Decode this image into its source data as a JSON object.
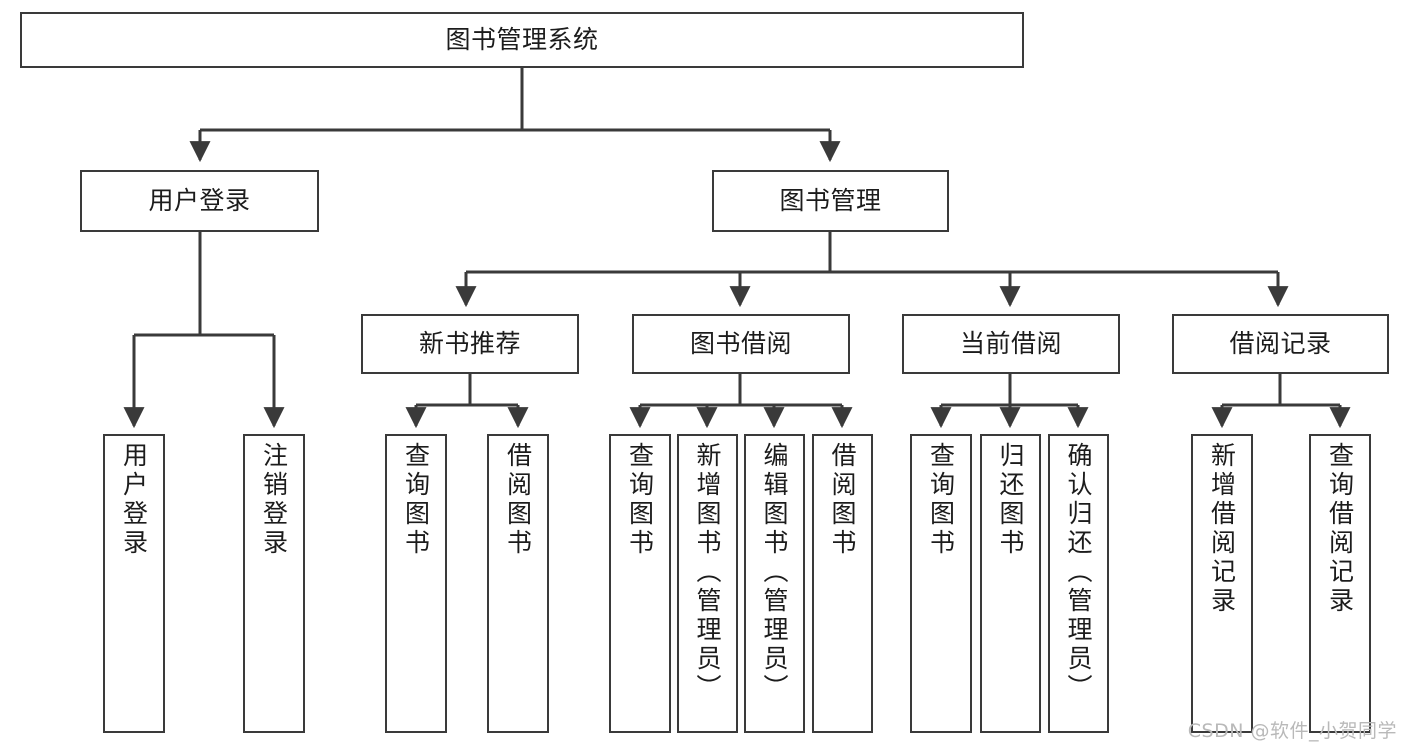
{
  "diagram": {
    "title": "图书管理系统",
    "type": "tree-hierarchy-diagram",
    "orientation": "top-down",
    "style": {
      "box_border_color": "#3a3a3a",
      "box_fill_color": "#ffffff",
      "line_color": "#3a3a3a",
      "text_color": "#1c1c1c",
      "background": "#ffffff"
    },
    "root": {
      "label": "图书管理系统"
    },
    "level2": [
      {
        "label": "用户登录"
      },
      {
        "label": "图书管理"
      }
    ],
    "level3": [
      {
        "label": "新书推荐"
      },
      {
        "label": "图书借阅"
      },
      {
        "label": "当前借阅"
      },
      {
        "label": "借阅记录"
      }
    ],
    "leaves": {
      "user_login": [
        {
          "label": "用户登录"
        },
        {
          "label": "注销登录"
        }
      ],
      "new_book_recommend": [
        {
          "label": "查询图书"
        },
        {
          "label": "借阅图书"
        }
      ],
      "book_borrow": [
        {
          "label": "查询图书"
        },
        {
          "label": "新增图书（管理员）"
        },
        {
          "label": "编辑图书（管理员）"
        },
        {
          "label": "借阅图书"
        }
      ],
      "current_borrow": [
        {
          "label": "查询图书"
        },
        {
          "label": "归还图书"
        },
        {
          "label": "确认归还（管理员）"
        }
      ],
      "borrow_record": [
        {
          "label": "新增借阅记录"
        },
        {
          "label": "查询借阅记录"
        }
      ]
    }
  },
  "watermark": {
    "text": "CSDN @软件_小贺同学"
  }
}
